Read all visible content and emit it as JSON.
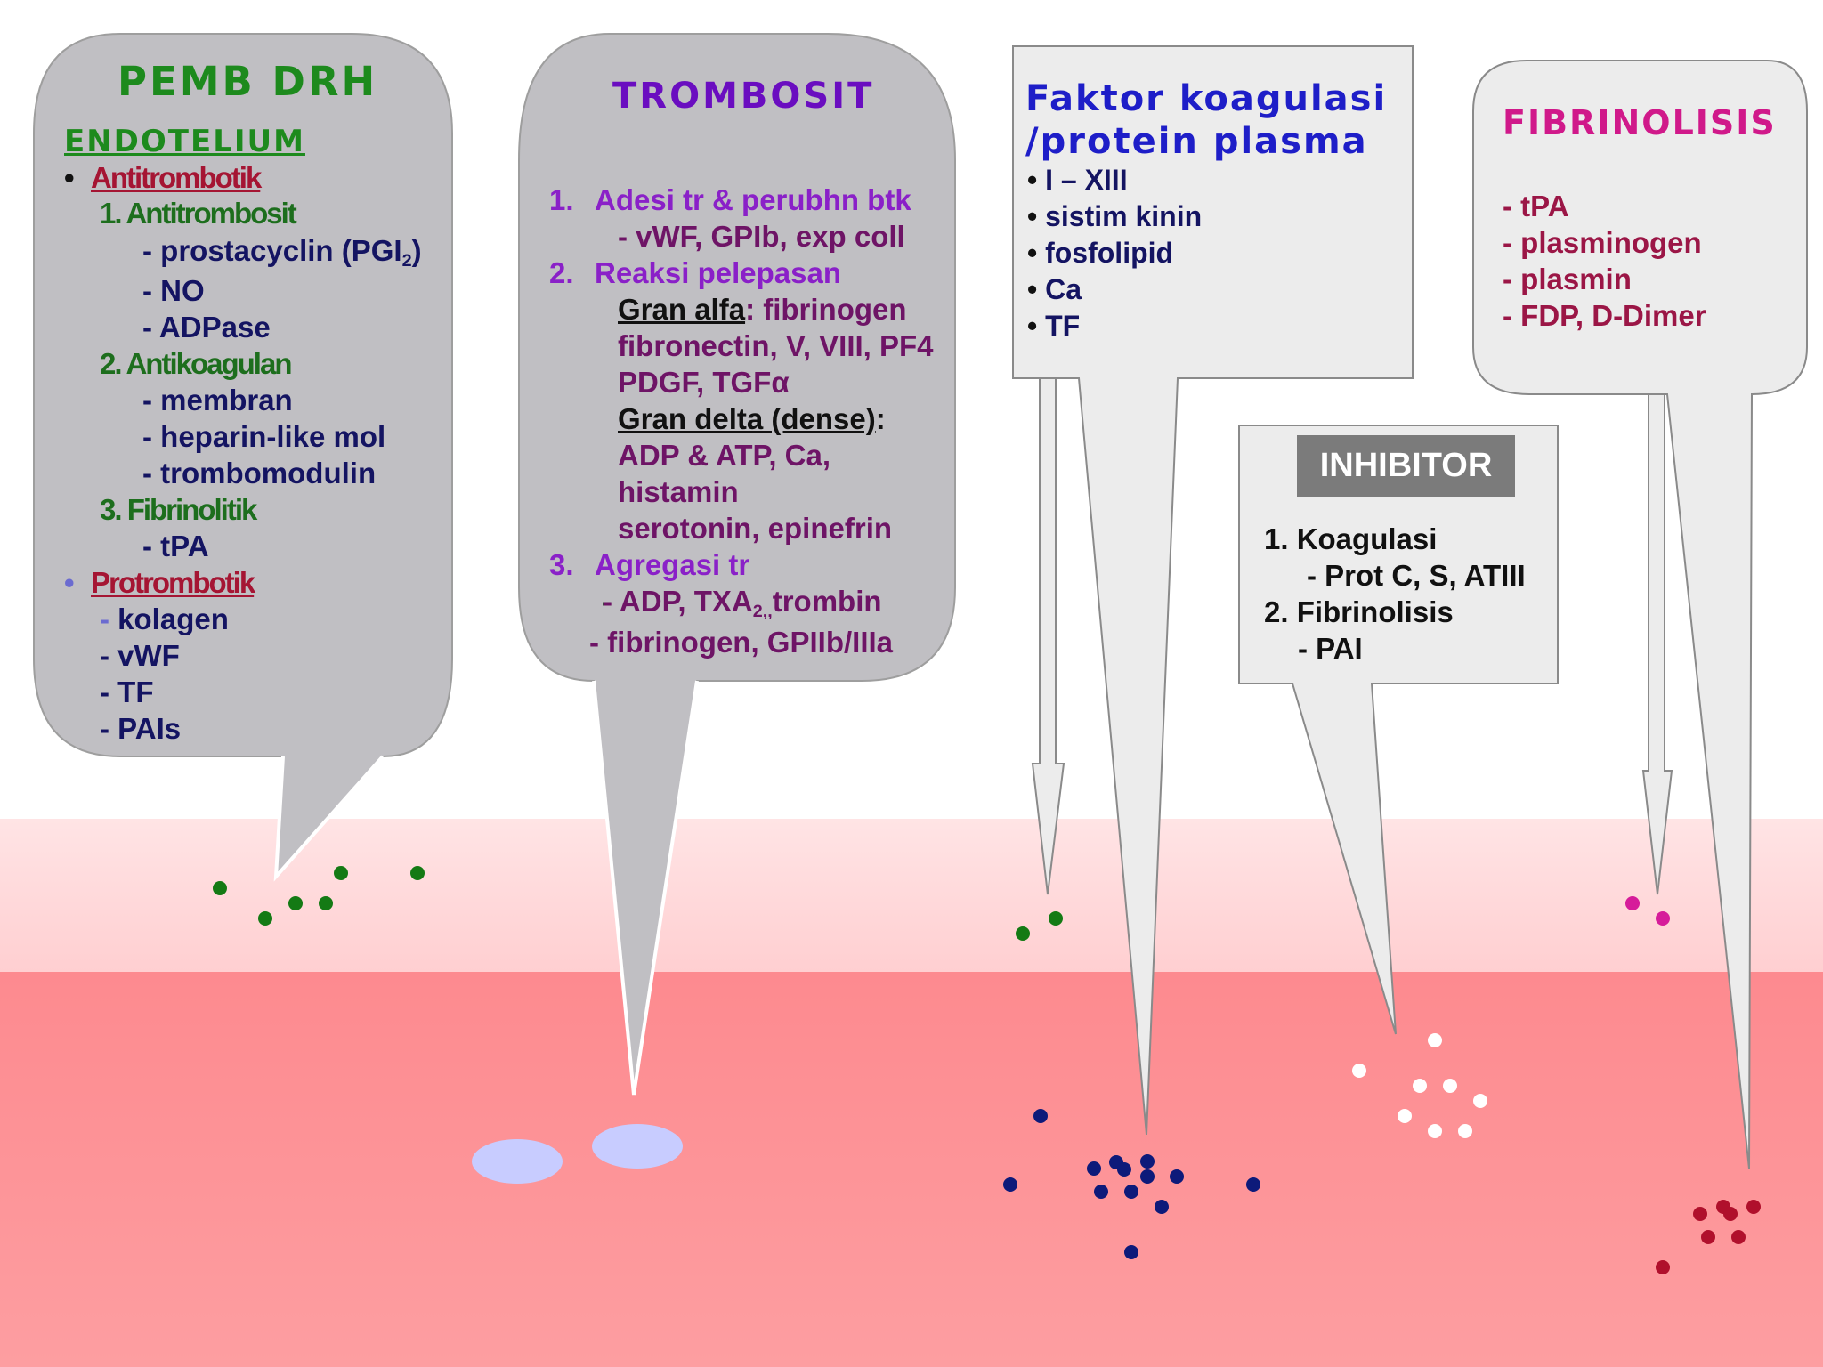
{
  "colors": {
    "vessel_light": "#ffd0d2",
    "vessel_dark": "#fd8f93",
    "callout_gray": "#c0bfc3",
    "box_light": "#ececec",
    "title_green": "#1d8a1d",
    "title_purple": "#6a0dc0",
    "title_blue": "#1e1ec8",
    "title_magenta": "#d0198a",
    "dot_green": "#147a14",
    "dot_navy": "#0d1a7a",
    "dot_magenta": "#d61c9a",
    "dot_red": "#b0102c",
    "dot_white": "#ffffff",
    "ellipse_lavender": "#c8ccff"
  },
  "endotelium": {
    "title": "PEMB DRH",
    "subtitle": "ENDOTELIUM",
    "bullet_symbol": "•",
    "antitrombotik": "Antitrombotik",
    "item1": "1. Antitrombosit",
    "prostacyclin_main": "- prostacyclin (PGI",
    "prostacyclin_sub": "2",
    "prostacyclin_end": ")",
    "no": "- NO",
    "adpase": "- ADPase",
    "item2": "2. Antikoagulan",
    "membran": "- membran",
    "heparin": "- heparin-like mol",
    "trombomodulin": "- trombomodulin",
    "item3": "3. Fibrinolitik",
    "tpa": "- tPA",
    "protrombotik": "Protrombotik",
    "dash": "-",
    "kolagen": "kolagen",
    "vwf": "vWF",
    "tf": "TF",
    "pais": "PAIs"
  },
  "trombosit": {
    "title": "TROMBOSIT",
    "n1": "1.",
    "adesi": "Adesi tr & perubhn btk",
    "adesi_sub": "- vWF, GPIb, exp coll",
    "n2": "2.",
    "reaksi": "Reaksi pelepasan",
    "gran_alfa": "Gran alfa",
    "gran_alfa_rest": ": fibrinogen",
    "fibronectin": "fibronectin, V, VIII, PF4",
    "pdgf": "PDGF, TGFα",
    "gran_delta": "Gran delta (dense)",
    "colon": ":",
    "adp_atp": "ADP & ATP, Ca,",
    "histamin": "histamin",
    "serotonin": "serotonin, epinefrin",
    "n3": "3.",
    "agregasi": "Agregasi tr",
    "txa_pre": "- ADP, TXA",
    "txa_sub": "2",
    "txa_mark": ",,",
    "trombin": "trombin",
    "fibrinogen_gp": "- fibrinogen, GPIIb/IIIa"
  },
  "faktor": {
    "title_line1": "Faktor koagulasi",
    "title_line2": "/protein plasma",
    "bullet": "•",
    "items": [
      "I – XIII",
      "sistim kinin",
      "fosfolipid",
      "Ca",
      "TF"
    ]
  },
  "fibrinolisis": {
    "title": "FIBRINOLISIS",
    "items": [
      "- tPA",
      "- plasminogen",
      "- plasmin",
      "- FDP, D-Dimer"
    ]
  },
  "inhibitor": {
    "badge": "INHIBITOR",
    "line1": "1.  Koagulasi",
    "line2": "- Prot C, S, ATIII",
    "line3": "2. Fibrinolisis",
    "line4": "- PAI"
  }
}
